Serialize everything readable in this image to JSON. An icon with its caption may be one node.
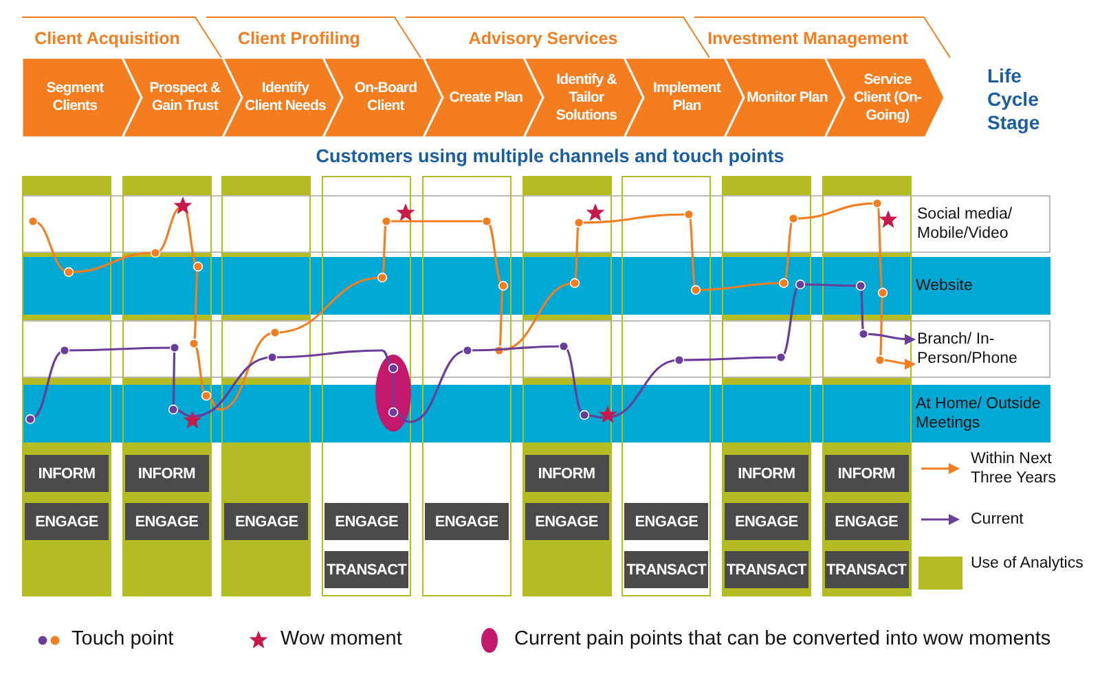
{
  "diagram": {
    "nodes": [
      {
        "text": [
          "Client Acquisition"
        ]
      },
      {
        "text": [
          "Client Profiling"
        ]
      },
      {
        "text": [
          "Advisory Services"
        ]
      },
      {
        "text": [
          "Investment Management"
        ]
      },
      {
        "text": [
          "Segment Clients"
        ]
      },
      {
        "text": [
          "Prospect & Gain Trust"
        ]
      },
      {
        "text": [
          "Identify Client Needs"
        ]
      },
      {
        "text": [
          "On-Board Client"
        ]
      },
      {
        "text": [
          "Create Plan"
        ]
      },
      {
        "text": [
          "Identify & Tailor Solutions"
        ]
      },
      {
        "text": [
          "Implement Plan"
        ]
      },
      {
        "text": [
          "Monitor Plan"
        ]
      },
      {
        "text": [
          "Service Client (On-Going)"
        ]
      },
      {
        "text": [
          "Social media/ Mobile/Video"
        ]
      },
      {
        "text": [
          "Website"
        ]
      },
      {
        "text": [
          "Branch/ In-Person/Phone"
        ]
      },
      {
        "text": [
          "At Home/ Outside Meetings"
        ]
      },
      {
        "text": [],
        "shape": "box"
      },
      {
        "text": [
          "INFORM"
        ],
        "in": 17
      },
      {
        "text": [
          "ENGAGE"
        ],
        "in": 17
      },
      {
        "text": [],
        "shape": "box"
      },
      {
        "text": [
          "INFORM"
        ],
        "in": 20
      },
      {
        "text": [
          "ENGAGE"
        ],
        "in": 20
      },
      {
        "text": [],
        "shape": "box"
      },
      {
        "text": [
          "ENGAGE"
        ],
        "in": 23
      },
      {
        "text": [],
        "shape": "box"
      },
      {
        "text": [
          "ENGAGE"
        ],
        "in": 25
      },
      {
        "text": [
          "TRANSACT"
        ],
        "in": 25
      },
      {
        "text": [],
        "shape": "box"
      },
      {
        "text": [
          "ENGAGE"
        ],
        "in": 28
      },
      {
        "text": [],
        "shape": "box"
      },
      {
        "text": [
          "INFORM"
        ],
        "in": 30
      },
      {
        "text": [
          "ENGAGE"
        ],
        "in": 30
      },
      {
        "text": [],
        "shape": "box"
      },
      {
        "text": [
          "ENGAGE"
        ],
        "in": 33
      },
      {
        "text": [
          "TRANSACT"
        ],
        "in": 33
      },
      {
        "text": [],
        "shape": "box"
      },
      {
        "text": [
          "INFORM"
        ],
        "in": 36
      },
      {
        "text": [
          "ENGAGE"
        ],
        "in": 36
      },
      {
        "text": [
          "TRANSACT"
        ],
        "in": 36
      },
      {
        "text": [],
        "shape": "box"
      },
      {
        "text": [
          "INFORM"
        ],
        "in": 40
      },
      {
        "text": [
          "ENGAGE"
        ],
        "in": 40
      },
      {
        "text": [
          "TRANSACT"
        ],
        "in": 40
      }
    ],
    "edges": [],
    "labels": [
      "Life Cycle Stage",
      "Customers using multiple channels and touch points"
    ],
    "legend": [
      {
        "text": "Within Next Three Years"
      },
      {
        "text": "Current"
      },
      {
        "text": "Use of Analytics",
        "color": "#b3bc22"
      },
      {
        "text": "Touch point"
      },
      {
        "text": "Wow moment"
      },
      {
        "text": "Current pain points that can be converted into wow moments"
      }
    ]
  }
}
